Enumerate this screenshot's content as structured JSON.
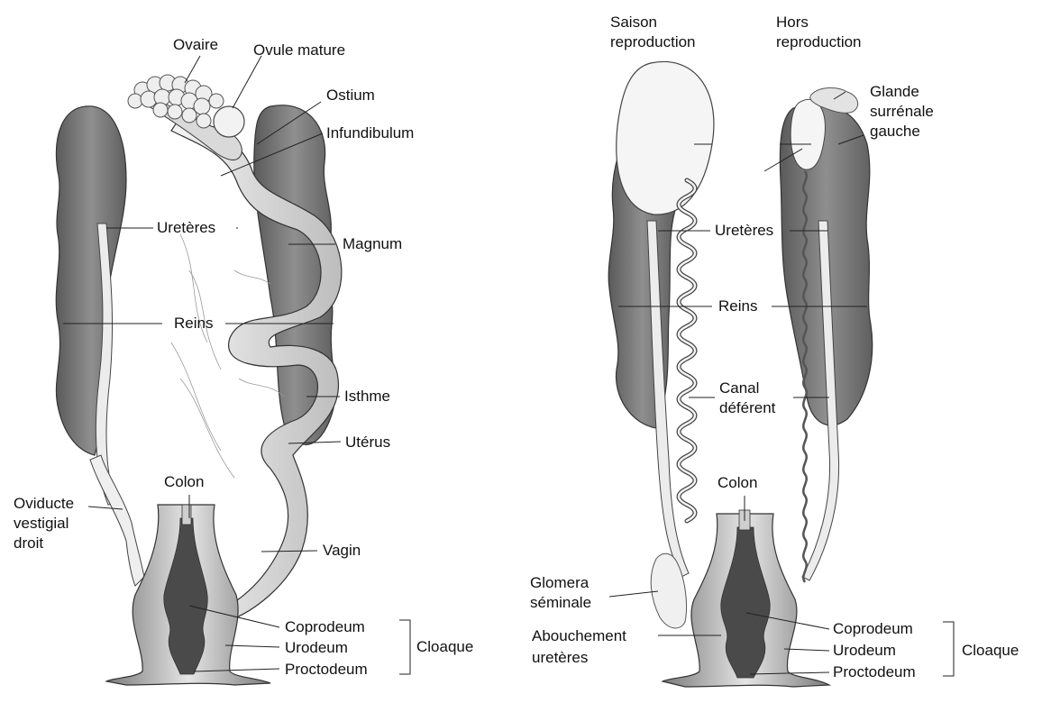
{
  "female": {
    "ovaire": "Ovaire",
    "ovule_mature": "Ovule mature",
    "ostium": "Ostium",
    "infundibulum": "Infundibulum",
    "ureteres": "Uretères",
    "magnum": "Magnum",
    "reins": "Reins",
    "isthme": "Isthme",
    "uterus": "Utérus",
    "colon": "Colon",
    "oviducte": "Oviducte\nvestigial\ndroit",
    "vagin": "Vagin",
    "coprodeum": "Coprodeum",
    "urodeum": "Urodeum",
    "proctodeum": "Proctodeum",
    "cloaque": "Cloaque"
  },
  "male": {
    "saison": "Saison\nreproduction",
    "hors": "Hors\nreproduction",
    "glande": "Glande\nsurrénale\ngauche",
    "ureteres": "Uretères",
    "reins": "Reins",
    "canal": "Canal\ndéférent",
    "colon": "Colon",
    "glomera": "Glomera\nséminale",
    "abouchement": "Abouchement\nuretères",
    "coprodeum": "Coprodeum",
    "urodeum": "Urodeum",
    "proctodeum": "Proctodeum",
    "cloaque": "Cloaque"
  },
  "colors": {
    "kidney_dark": "#6b6b6b",
    "kidney_mid": "#9a9a9a",
    "tissue_light": "#e6e6e6",
    "outline": "#333333"
  }
}
